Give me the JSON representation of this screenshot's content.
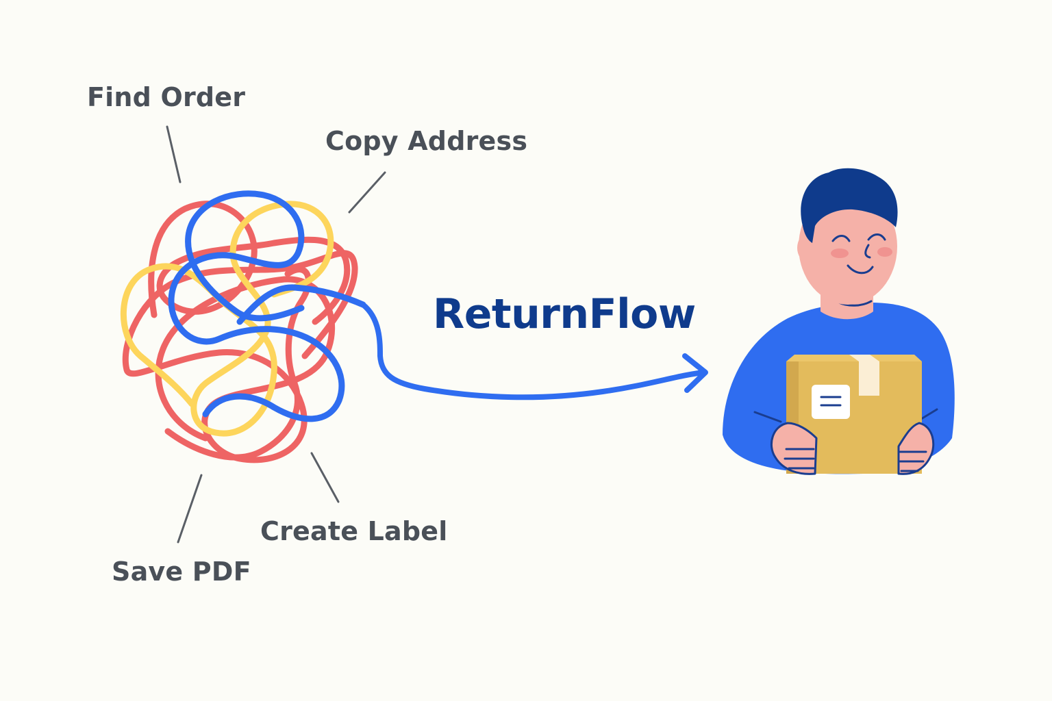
{
  "brand": {
    "name": "ReturnFlow"
  },
  "steps": {
    "find_order": "Find Order",
    "copy_address": "Copy Address",
    "create_label": "Create Label",
    "save_pdf": "Save PDF"
  },
  "illustration": {
    "tangle_icon": "tangled-lines-icon",
    "arrow_icon": "arrow-right-icon",
    "person_icon": "happy-person-with-package-icon",
    "tangle_colors": [
      "#ee6464",
      "#fdd55c",
      "#2f6df0"
    ],
    "accent_color": "#2f6df0",
    "brand_color": "#0f3b8c",
    "label_color": "#4a5058"
  }
}
